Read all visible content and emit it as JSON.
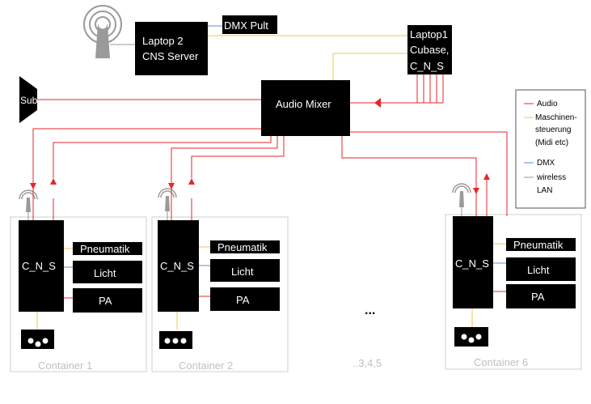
{
  "laptop2": {
    "line1": "Laptop 2",
    "line2": "CNS Server"
  },
  "dmx_pult": "DMX Pult",
  "laptop1": {
    "line1": "Laptop1",
    "line2": "Cubase,",
    "line3": "C_N_S"
  },
  "sub": "Sub",
  "audio_mixer": "Audio Mixer",
  "legend": {
    "audio": "Audio",
    "maschinen_1": "Maschinen-",
    "maschinen_2": "steuerung",
    "maschinen_3": "(Midi etc)",
    "dmx": "DMX",
    "wireless_1": "wireless",
    "wireless_2": "LAN"
  },
  "colors": {
    "audio": "#e8262b",
    "maschinen": "#f2c94c",
    "dmx": "#5b8dd6",
    "wireless": "#9a9a9a",
    "container_border": "#cfcfcf",
    "container_label": "#c0c0c0"
  },
  "containers": [
    {
      "label": "Container 1",
      "cns": "C_N_S",
      "pneumatik": "Pneumatik",
      "licht": "Licht",
      "pa": "PA"
    },
    {
      "label": "Container 2",
      "cns": "C_N_S",
      "pneumatik": "Pneumatik",
      "licht": "Licht",
      "pa": "PA"
    },
    {
      "label": "Container 6",
      "cns": "C_N_S",
      "pneumatik": "Pneumatik",
      "licht": "Licht",
      "pa": "PA"
    }
  ],
  "ellipsis": "...",
  "middle_label": "..3,4,5"
}
